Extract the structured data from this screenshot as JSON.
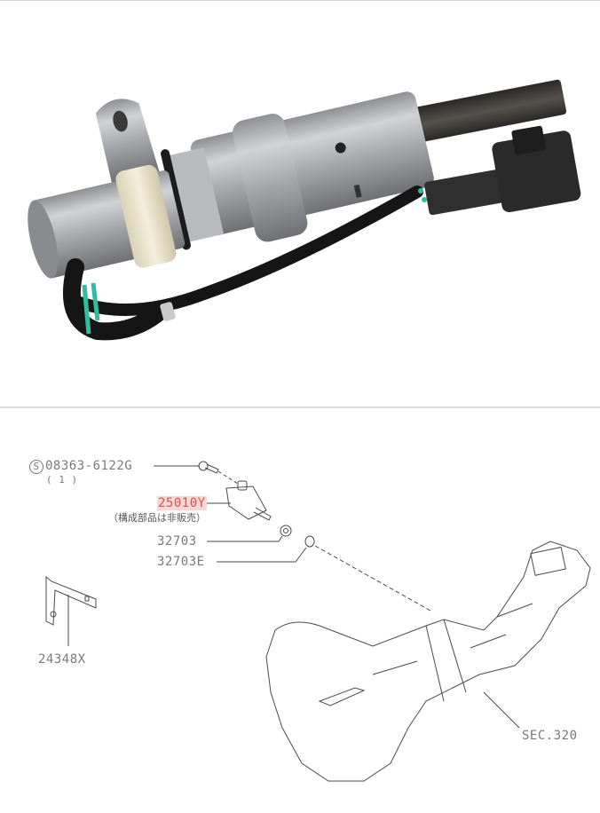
{
  "photo": {
    "subject": "Vehicle speed sensor (transmission speedometer sensor)",
    "colors": {
      "body_metal": "#a9a9ab",
      "body_metal_light": "#cfcfd1",
      "end_cap": "#8e8f93",
      "clip_white": "#ece6cf",
      "o_ring": "#1c1c1c",
      "cable": "#151515",
      "connector": "#2f2f2f",
      "wire_accent": "#2fbfa0",
      "shaft": "#3a3835"
    }
  },
  "diagram": {
    "callouts": [
      {
        "id": "bolt",
        "prefix_symbol": "S",
        "part_no": "08363-6122G",
        "qty": "( 1 )"
      },
      {
        "id": "sensor",
        "part_no": "25010Y",
        "highlighted": true,
        "note": "（構成部品は非販売）"
      },
      {
        "id": "gear",
        "part_no": "32703"
      },
      {
        "id": "oring",
        "part_no": "32703E"
      },
      {
        "id": "bracket",
        "part_no": "24348X"
      },
      {
        "id": "transmission",
        "part_no": "SEC.320"
      }
    ],
    "colors": {
      "line": "#4a4a4a",
      "text": "#7a7a7a",
      "highlight_bg": "#f6d8d4",
      "highlight_text": "#d9534f"
    }
  }
}
